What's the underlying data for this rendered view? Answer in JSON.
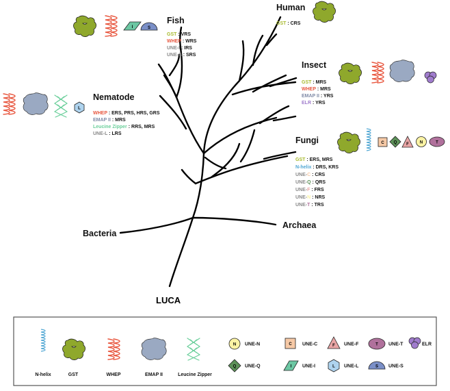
{
  "colors": {
    "gst": "#8fa82c",
    "gst_text": "#a8ba2e",
    "whep": "#e8573f",
    "emap": "#9aa9c2",
    "emap_text": "#7f8aa6",
    "leucine": "#6bcf9b",
    "nhelix": "#4fa6d3",
    "une_gray": "#8a8a8a",
    "une_c_fill": "#f6c9a6",
    "une_n_fill": "#fbf3a4",
    "une_f_fill": "#e9a5a5",
    "une_t_fill": "#b0719c",
    "une_q_fill": "#5d9159",
    "une_i_fill": "#6cc7a3",
    "une_l_fill": "#aed3ee",
    "une_s_fill": "#7a8fc7",
    "elr_fill": "#a07ccd",
    "legend_border": "#555555"
  },
  "tree": {
    "luca": "LUCA",
    "bacteria": "Bacteria",
    "archaea": "Archaea"
  },
  "organisms": {
    "fish": {
      "name": "Fish",
      "entries": [
        {
          "key": "GST",
          "sep": " : ",
          "val": "VRS",
          "color": "gst_text"
        },
        {
          "key": "WHEP",
          "sep": " : ",
          "val": "WRS",
          "color": "whep"
        },
        {
          "key": "UNE-I",
          "sep": " : ",
          "val": "IRS",
          "color": "une_gray"
        },
        {
          "key": "UNE-S",
          "sep": " : ",
          "val": "SRS",
          "color": "une_gray"
        }
      ]
    },
    "human": {
      "name": "Human",
      "entries": [
        {
          "key": "GST",
          "sep": " : ",
          "val": "CRS",
          "color": "gst_text"
        }
      ]
    },
    "insect": {
      "name": "Insect",
      "entries": [
        {
          "key": "GST",
          "sep": " : ",
          "val": "MRS",
          "color": "gst_text"
        },
        {
          "key": "WHEP",
          "sep": " : ",
          "val": "MRS",
          "color": "whep"
        },
        {
          "key": "EMAP II",
          "sep": " : ",
          "val": "YRS",
          "color": "emap_text"
        },
        {
          "key": "ELR",
          "sep": " : ",
          "val": "YRS",
          "color": "elr_fill"
        }
      ]
    },
    "nematode": {
      "name": "Nematode",
      "entries": [
        {
          "key": "WHEP",
          "sep": " : ",
          "val": "ERS, PRS, HRS, GRS",
          "color": "whep"
        },
        {
          "key": "EMAP II",
          "sep": " : ",
          "val": "MRS",
          "color": "emap_text"
        },
        {
          "key": "Leucine Zipper",
          "sep": " : ",
          "val": "RRS, MRS",
          "color": "leucine"
        },
        {
          "key": "UNE-",
          "key2": "L",
          "sep": " : ",
          "val": "LRS",
          "color": "une_gray"
        }
      ]
    },
    "fungi": {
      "name": "Fungi",
      "entries": [
        {
          "key": "GST",
          "sep": " : ",
          "val": "ERS, MRS",
          "color": "gst_text"
        },
        {
          "key": "N-helix",
          "sep": " : ",
          "val": "DRS, KRS",
          "color": "nhelix"
        },
        {
          "key": "UNE-",
          "key2": "C",
          "sep": " : ",
          "val": "CRS",
          "color": "une_gray",
          "color2": "une_c_fill"
        },
        {
          "key": "UNE-",
          "key2": "Q",
          "sep": " : ",
          "val": "QRS",
          "color": "une_gray",
          "color2": "une_q_fill"
        },
        {
          "key": "UNE-",
          "key2": "F",
          "sep": " : ",
          "val": "FRS",
          "color": "une_gray",
          "color2": "une_f_fill"
        },
        {
          "key": "UNE-",
          "key2": "N",
          "sep": " : ",
          "val": "NRS",
          "color": "une_gray",
          "color2": "une_n_fill"
        },
        {
          "key": "UNE-",
          "key2": "T",
          "sep": " : ",
          "val": "TRS",
          "color": "une_gray",
          "color2": "une_t_fill"
        }
      ]
    }
  },
  "icon_letters": {
    "i": "I",
    "s": "S",
    "l": "L",
    "c": "C",
    "q": "Q",
    "f": "F",
    "n": "N",
    "t": "T"
  },
  "legend": {
    "nhelix": "N-helix",
    "gst": "GST",
    "whep": "WHEP",
    "emap": "EMAP II",
    "leucine": "Leucine Zipper",
    "une_n": "UNE-N",
    "une_c": "UNE-C",
    "une_f": "UNE-F",
    "une_t": "UNE-T",
    "elr": "ELR",
    "une_q": "UNE-Q",
    "une_i": "UNE-I",
    "une_l": "UNE-L",
    "une_s": "UNE-S"
  }
}
